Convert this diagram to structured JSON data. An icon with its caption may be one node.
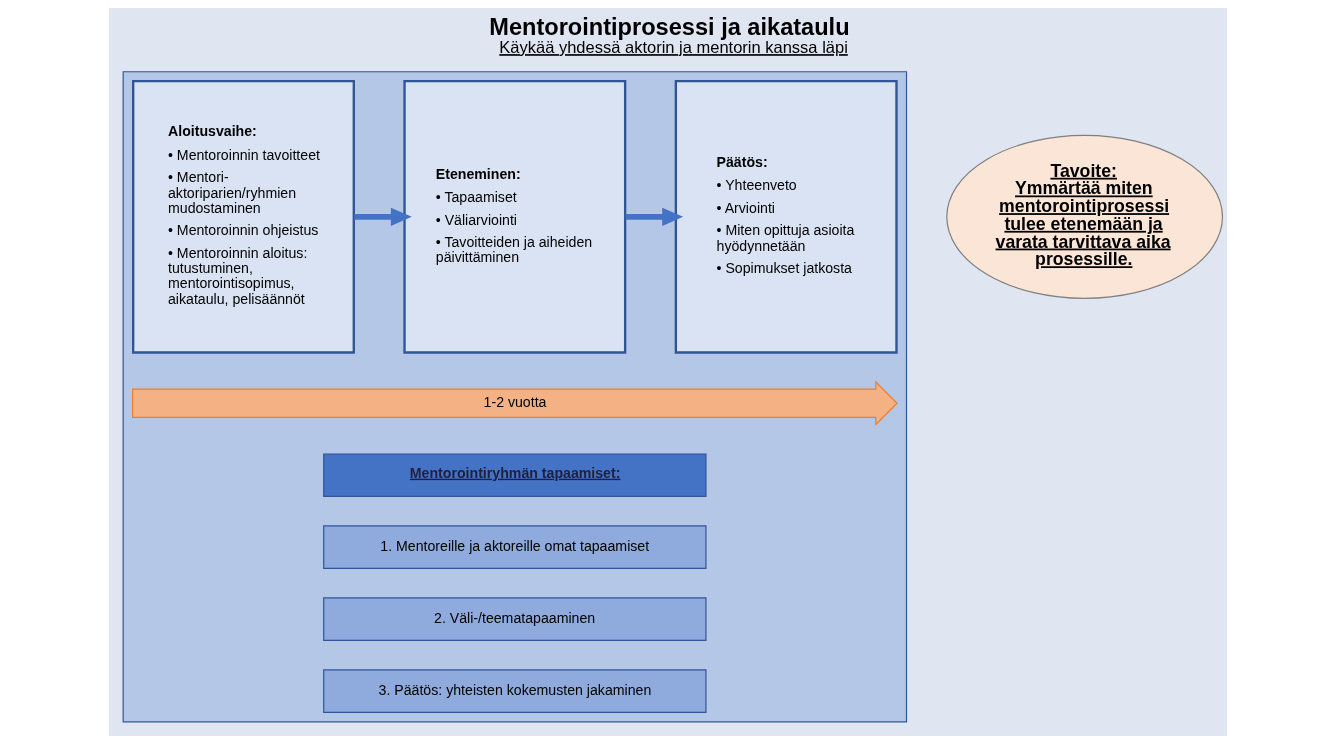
{
  "diagram": {
    "title": "Mentorointiprosessi ja aikataulu",
    "caption": "Käykää yhdessä aktorin ja mentorin kanssa läpi",
    "nodes": [
      {
        "text": [],
        "shape": "box"
      },
      {
        "text": [
          "Aloitusvaihe:",
          "• Mentoroinnin tavoitteet",
          "• Mentori-aktoriparien/ryhmien mudostaminen",
          "• Mentoroinnin ohjeistus",
          "• Mentoroinnin aloitus: tutustuminen, mentorointisopimus, aikataulu, pelisäännöt"
        ],
        "in": 0
      },
      {
        "text": [
          "Eteneminen:",
          "• Tapaamiset",
          "• Väliarviointi",
          "• Tavoitteiden ja aiheiden päivittäminen"
        ],
        "in": 0
      },
      {
        "text": [
          "Päätös:",
          "• Yhteenveto",
          "• Arviointi",
          "• Miten opittuja asioita hyödynnetään",
          "• Sopimukset jatkosta"
        ],
        "in": 0
      },
      {
        "text": [
          "1-2 vuotta"
        ],
        "in": 0
      },
      {
        "text": [
          "Mentorointiryhmän tapaamiset:"
        ],
        "in": 0
      },
      {
        "text": [
          "1. Mentoreille ja aktoreille omat tapaamiset"
        ],
        "in": 0
      },
      {
        "text": [
          "2. Väli-/teematapaaminen"
        ],
        "in": 0
      },
      {
        "text": [
          "3. Päätös: yhteisten kokemusten jakaminen"
        ],
        "in": 0
      },
      {
        "text": [
          "Tavoite:",
          "Ymmärtää miten mentorointiprosessi tulee etenemään ja varata tarvittava aika prosessille."
        ]
      }
    ],
    "edges": [
      {
        "from": 1,
        "to": 2,
        "arrow": "to"
      },
      {
        "from": 2,
        "to": 3,
        "arrow": "to"
      }
    ]
  }
}
